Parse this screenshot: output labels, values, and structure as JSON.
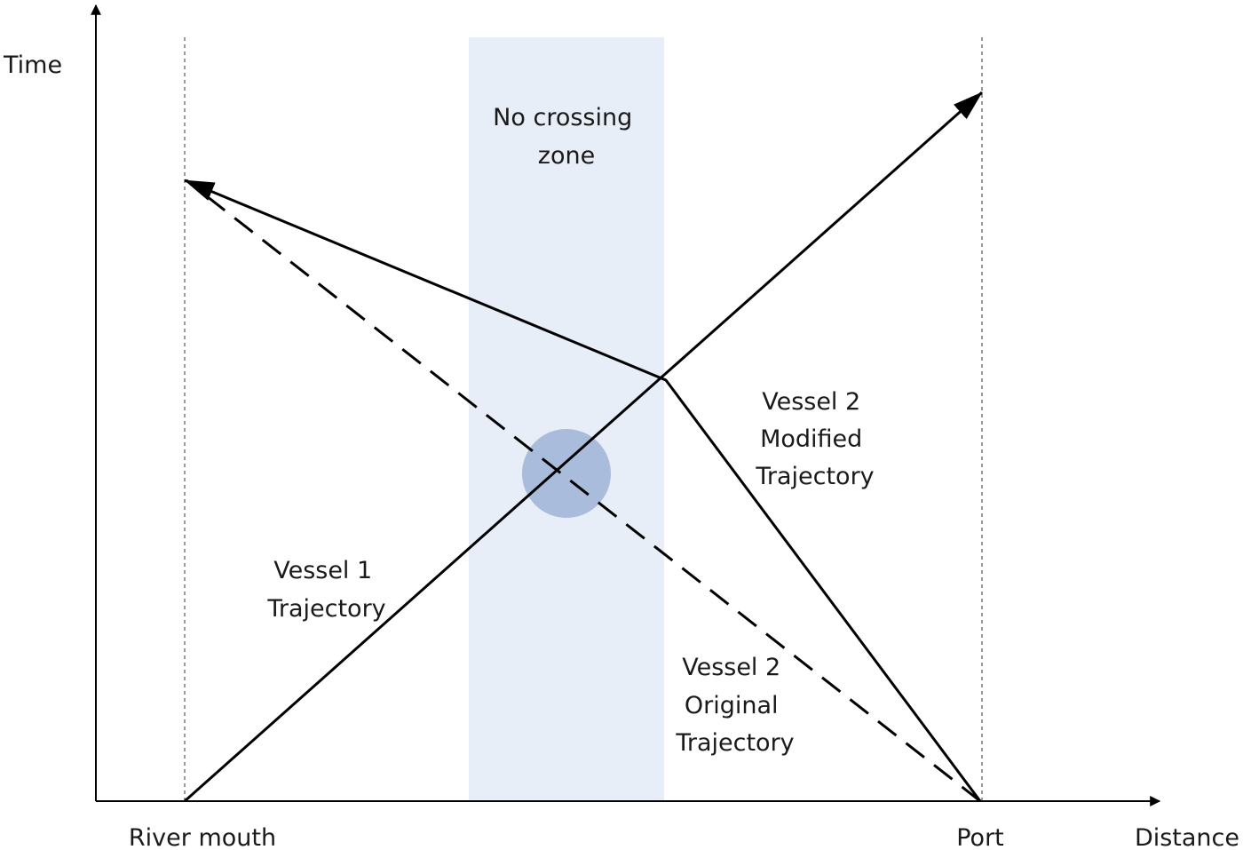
{
  "axes": {
    "x_label": "Distance",
    "y_label": "Time"
  },
  "markers": {
    "left": "River mouth",
    "right": "Port"
  },
  "zone": {
    "label_lines": [
      "No crossing",
      "zone"
    ],
    "fill_color": "#e8eef7"
  },
  "conflict": {
    "fill_color": "#9fb3d6"
  },
  "trajectories": {
    "vessel1": {
      "label_lines": [
        "Vessel 1",
        "Trajectory"
      ]
    },
    "vessel2_modified": {
      "label_lines": [
        "Vessel 2",
        "Modified",
        "Trajectory"
      ]
    },
    "vessel2_original": {
      "label_lines": [
        "Vessel 2",
        "Original",
        "Trajectory"
      ]
    }
  }
}
